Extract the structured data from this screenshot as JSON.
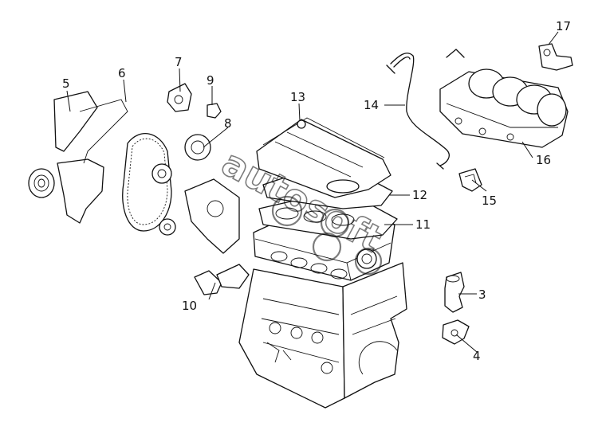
{
  "diagram": {
    "callouts": [
      {
        "id": "1",
        "label": "3"
      },
      {
        "id": "2",
        "label": "4"
      },
      {
        "id": "3",
        "label": "5"
      },
      {
        "id": "4",
        "label": "6"
      },
      {
        "id": "5",
        "label": "7"
      },
      {
        "id": "6",
        "label": "8"
      },
      {
        "id": "7",
        "label": "9"
      },
      {
        "id": "8",
        "label": "10"
      },
      {
        "id": "9",
        "label": "11"
      },
      {
        "id": "10",
        "label": "12"
      },
      {
        "id": "11",
        "label": "13"
      },
      {
        "id": "12",
        "label": "14"
      },
      {
        "id": "13",
        "label": "15"
      },
      {
        "id": "14",
        "label": "16"
      },
      {
        "id": "15",
        "label": "17"
      }
    ],
    "watermark": "autosoft"
  }
}
